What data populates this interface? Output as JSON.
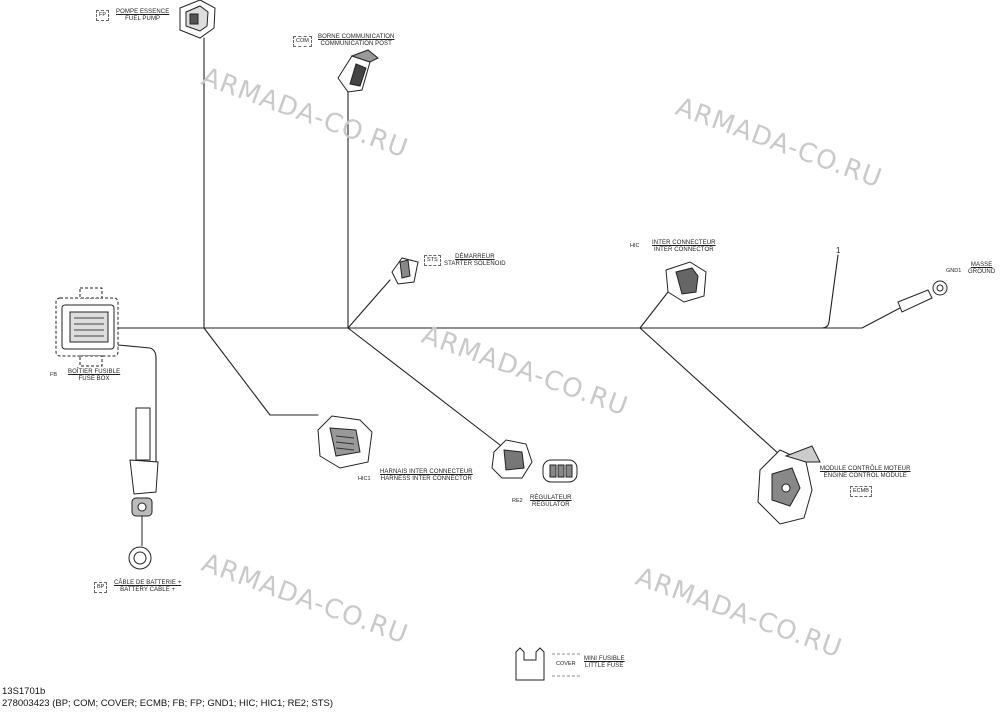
{
  "watermark": "ARMADA-CO.RU",
  "components": {
    "fuel_pump": {
      "code": "FP",
      "fr": "POMPE ESSENCE",
      "en": "FUEL PUMP"
    },
    "comm_post": {
      "code": "COM",
      "fr": "BORNE COMMUNICATION",
      "en": "COMMUNICATION POST"
    },
    "starter": {
      "code": "STS",
      "fr": "DÉMARREUR",
      "en": "STARTER SOLENOID"
    },
    "inter_conn": {
      "code": "HIC",
      "fr": "INTER CONNECTEUR",
      "en": "INTER CONNECTOR"
    },
    "ground": {
      "code": "GND1",
      "fr": "MASSE",
      "en": "GROUND"
    },
    "fuse_box": {
      "code": "FB",
      "fr": "BOÎTIER FUSIBLE",
      "en": "FUSE BOX"
    },
    "harness_inter": {
      "code": "HIC1",
      "fr": "HARNAIS INTER CONNECTEUR",
      "en": "HARNESS INTER CONNECTOR"
    },
    "regulator": {
      "code": "RE2",
      "fr": "RÉGULATEUR",
      "en": "REGULATOR"
    },
    "ecm": {
      "code": "ECMB",
      "fr": "MODULE CONTRÔLE MOTEUR",
      "en": "ENGINE CONTROL MODULE"
    },
    "battery": {
      "code": "BP",
      "fr": "CÂBLE DE BATTERIE +",
      "en": "BATTERY CABLE +"
    },
    "little_fuse": {
      "code": "COVER",
      "fr": "MINI FUSIBLE",
      "en": "LITTLE FUSE"
    }
  },
  "callout": "1",
  "footer": {
    "drawing_no": "13S1701b",
    "part_line": "278003423 (BP; COM; COVER; ECMB; FB; FP; GND1; HIC; HIC1; RE2; STS)"
  }
}
